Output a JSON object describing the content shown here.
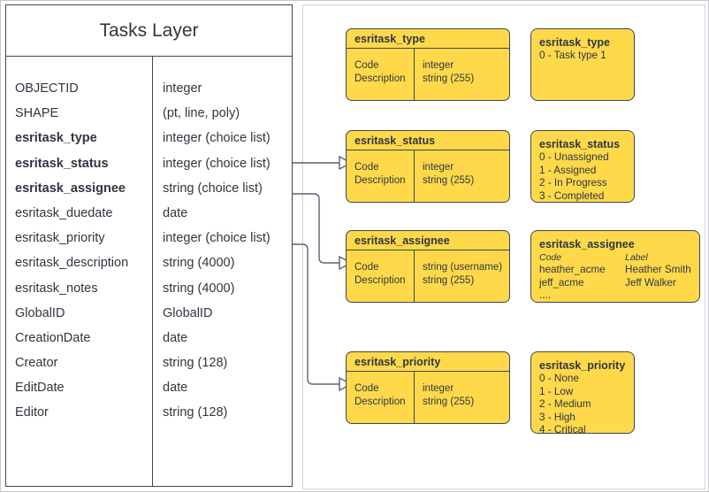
{
  "entity": {
    "title": "Tasks Layer",
    "fields": [
      {
        "name": "OBJECTID",
        "type": "integer",
        "bold": false
      },
      {
        "name": "SHAPE",
        "type": "(pt, line, poly)",
        "bold": false
      },
      {
        "name": "esritask_type",
        "type": "integer (choice list)",
        "bold": true
      },
      {
        "name": "esritask_status",
        "type": "integer (choice list)",
        "bold": true
      },
      {
        "name": "esritask_assignee",
        "type": "string (choice list)",
        "bold": true
      },
      {
        "name": "esritask_duedate",
        "type": "date",
        "bold": false
      },
      {
        "name": "esritask_priority",
        "type": "integer (choice list)",
        "bold": false
      },
      {
        "name": "esritask_description",
        "type": "string (4000)",
        "bold": false
      },
      {
        "name": "esritask_notes",
        "type": "string (4000)",
        "bold": false
      },
      {
        "name": "GlobalID",
        "type": "GlobalID",
        "bold": false
      },
      {
        "name": "CreationDate",
        "type": "date",
        "bold": false
      },
      {
        "name": "Creator",
        "type": "string (128)",
        "bold": false
      },
      {
        "name": "EditDate",
        "type": "date",
        "bold": false
      },
      {
        "name": "Editor",
        "type": "string (128)",
        "bold": false
      }
    ]
  },
  "domain_tables": [
    {
      "title": "esritask_type",
      "rows": [
        {
          "field": "Code",
          "type": "integer"
        },
        {
          "field": "Description",
          "type": "string (255)"
        }
      ]
    },
    {
      "title": "esritask_status",
      "rows": [
        {
          "field": "Code",
          "type": "integer"
        },
        {
          "field": "Description",
          "type": "string (255)"
        }
      ]
    },
    {
      "title": "esritask_assignee",
      "rows": [
        {
          "field": "Code",
          "type": "string  (username)"
        },
        {
          "field": "Description",
          "type": "string (255)"
        }
      ]
    },
    {
      "title": "esritask_priority",
      "rows": [
        {
          "field": "Code",
          "type": "integer"
        },
        {
          "field": "Description",
          "type": "string (255)"
        }
      ]
    }
  ],
  "value_cards": [
    {
      "title": "esritask_type",
      "lines": [
        "0 - Task type 1"
      ]
    },
    {
      "title": "esritask_status",
      "lines": [
        "0 - Unassigned",
        "1 - Assigned",
        "2 - In Progress",
        "3 - Completed"
      ]
    },
    {
      "title": "esritask_assignee",
      "header": {
        "code": "Code",
        "label": "Label"
      },
      "pairs": [
        {
          "code": "heather_acme",
          "label": "Heather Smith"
        },
        {
          "code": "jeff_acme",
          "label": "Jeff Walker"
        }
      ],
      "more": "...."
    },
    {
      "title": "esritask_priority",
      "lines": [
        "0 - None",
        "1 - Low",
        "2 - Medium",
        "3 - High",
        "4 - Critical"
      ]
    }
  ],
  "colors": {
    "domain_fill": "#ffd94a",
    "stroke": "#3d4654",
    "panel_border": "#d5d5d8",
    "text": "#2f3640"
  }
}
